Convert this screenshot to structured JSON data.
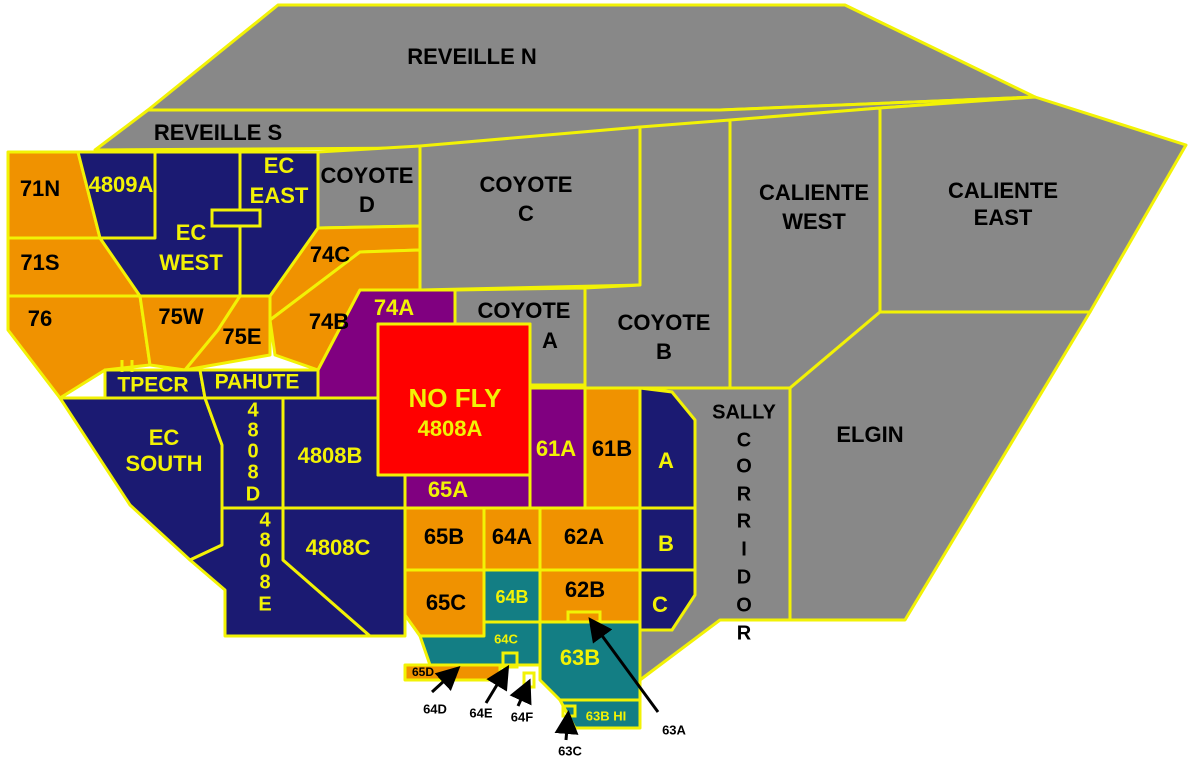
{
  "colors": {
    "border": "#f2f205",
    "grey": "#888888",
    "orange": "#f09200",
    "navy": "#1b1a72",
    "purple": "#800080",
    "red": "#ff0000",
    "teal": "#137e84",
    "label_dark": "#000000",
    "label_light": "#f2f205"
  },
  "regions": {
    "reveille_n": "REVEILLE N",
    "reveille_s": "REVEILLE S",
    "coyote_d_1": "COYOTE",
    "coyote_d_2": "D",
    "coyote_c_1": "COYOTE",
    "coyote_c_2": "C",
    "coyote_a_1": "COYOTE",
    "coyote_a_2": "A",
    "coyote_b_1": "COYOTE",
    "coyote_b_2": "B",
    "caliente_west_1": "CALIENTE",
    "caliente_west_2": "WEST",
    "caliente_east_1": "CALIENTE",
    "caliente_east_2": "EAST",
    "sally_corridor_1": "SALLY",
    "sally_corridor_2": "C",
    "sally_corridor_3": "O",
    "sally_corridor_4": "R",
    "sally_corridor_5": "R",
    "sally_corridor_6": "I",
    "sally_corridor_7": "D",
    "sally_corridor_8": "O",
    "sally_corridor_9": "R",
    "elgin": "ELGIN",
    "r71n": "71N",
    "r71s": "71S",
    "r76": "76",
    "r4809a": "4809A",
    "ec_east_1": "EC",
    "ec_east_2": "EAST",
    "ec_west_1": "EC",
    "ec_west_2": "WEST",
    "r74c": "74C",
    "r74b": "74B",
    "r74a": "74A",
    "r75w": "75W",
    "r75e": "75E",
    "tpecr": "TPECR",
    "pahute": "PAHUTE",
    "ec_south_1": "EC",
    "ec_south_2": "SOUTH",
    "r4808d_1": "4",
    "r4808d_2": "8",
    "r4808d_3": "0",
    "r4808d_4": "8",
    "r4808d_5": "D",
    "r4808e_1": "4",
    "r4808e_2": "8",
    "r4808e_3": "0",
    "r4808e_4": "8",
    "r4808e_5": "E",
    "r4808b": "4808B",
    "r4808c": "4808C",
    "no_fly": "NO FLY",
    "r4808a": "4808A",
    "r65a": "65A",
    "r61a": "61A",
    "r61b": "61B",
    "ra": "A",
    "rb": "B",
    "rc": "C",
    "r65b": "65B",
    "r64a": "64A",
    "r62a": "62A",
    "r65c": "65C",
    "r64b": "64B",
    "r62b": "62B",
    "r64c": "64C",
    "r63b": "63B",
    "r63b_hi": "63B HI",
    "r65d": "65D"
  },
  "annotations": {
    "a64d": "64D",
    "a64e": "64E",
    "a64f": "64F",
    "a63c": "63C",
    "a63a": "63A"
  }
}
